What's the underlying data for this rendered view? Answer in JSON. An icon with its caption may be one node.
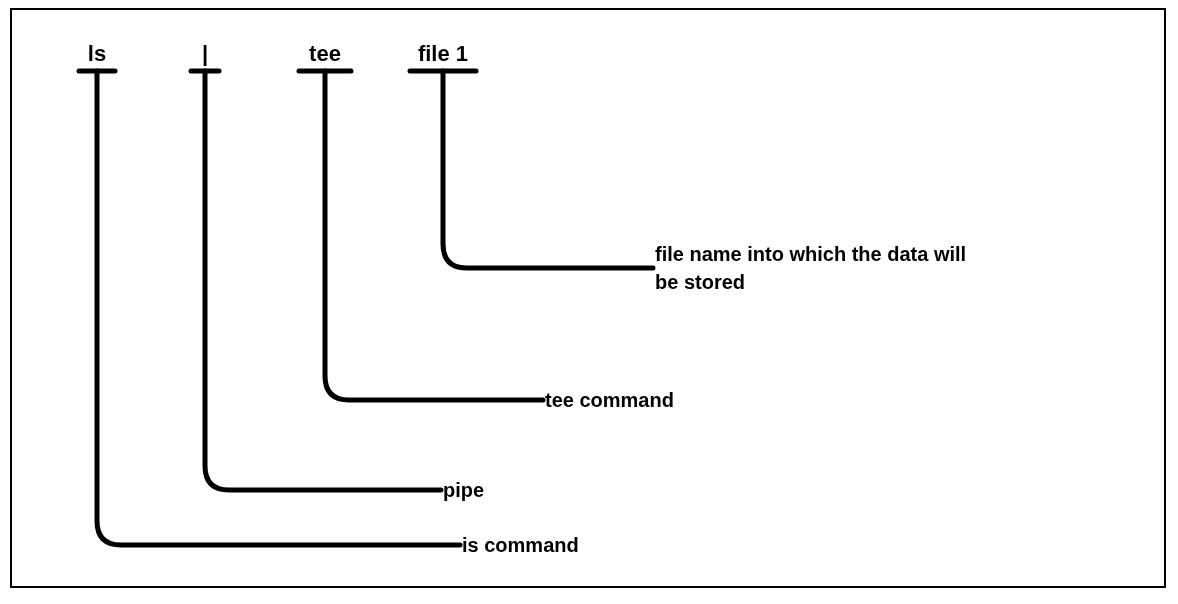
{
  "diagram": {
    "nodes": [
      {
        "text": [
          "ls"
        ]
      },
      {
        "text": [
          "|"
        ]
      },
      {
        "text": [
          "tee"
        ]
      },
      {
        "text": [
          "file 1"
        ]
      },
      {
        "text": [
          "file name into which the data will be stored"
        ]
      },
      {
        "text": [
          "tee command"
        ]
      },
      {
        "text": [
          "pipe"
        ]
      },
      {
        "text": [
          "is command"
        ]
      }
    ],
    "edges": [
      {
        "from": 3,
        "to": 4,
        "arrow": "other"
      },
      {
        "from": 2,
        "to": 5,
        "arrow": "other"
      },
      {
        "from": 1,
        "to": 6,
        "arrow": "other"
      },
      {
        "from": 0,
        "to": 7,
        "arrow": "other"
      }
    ]
  }
}
